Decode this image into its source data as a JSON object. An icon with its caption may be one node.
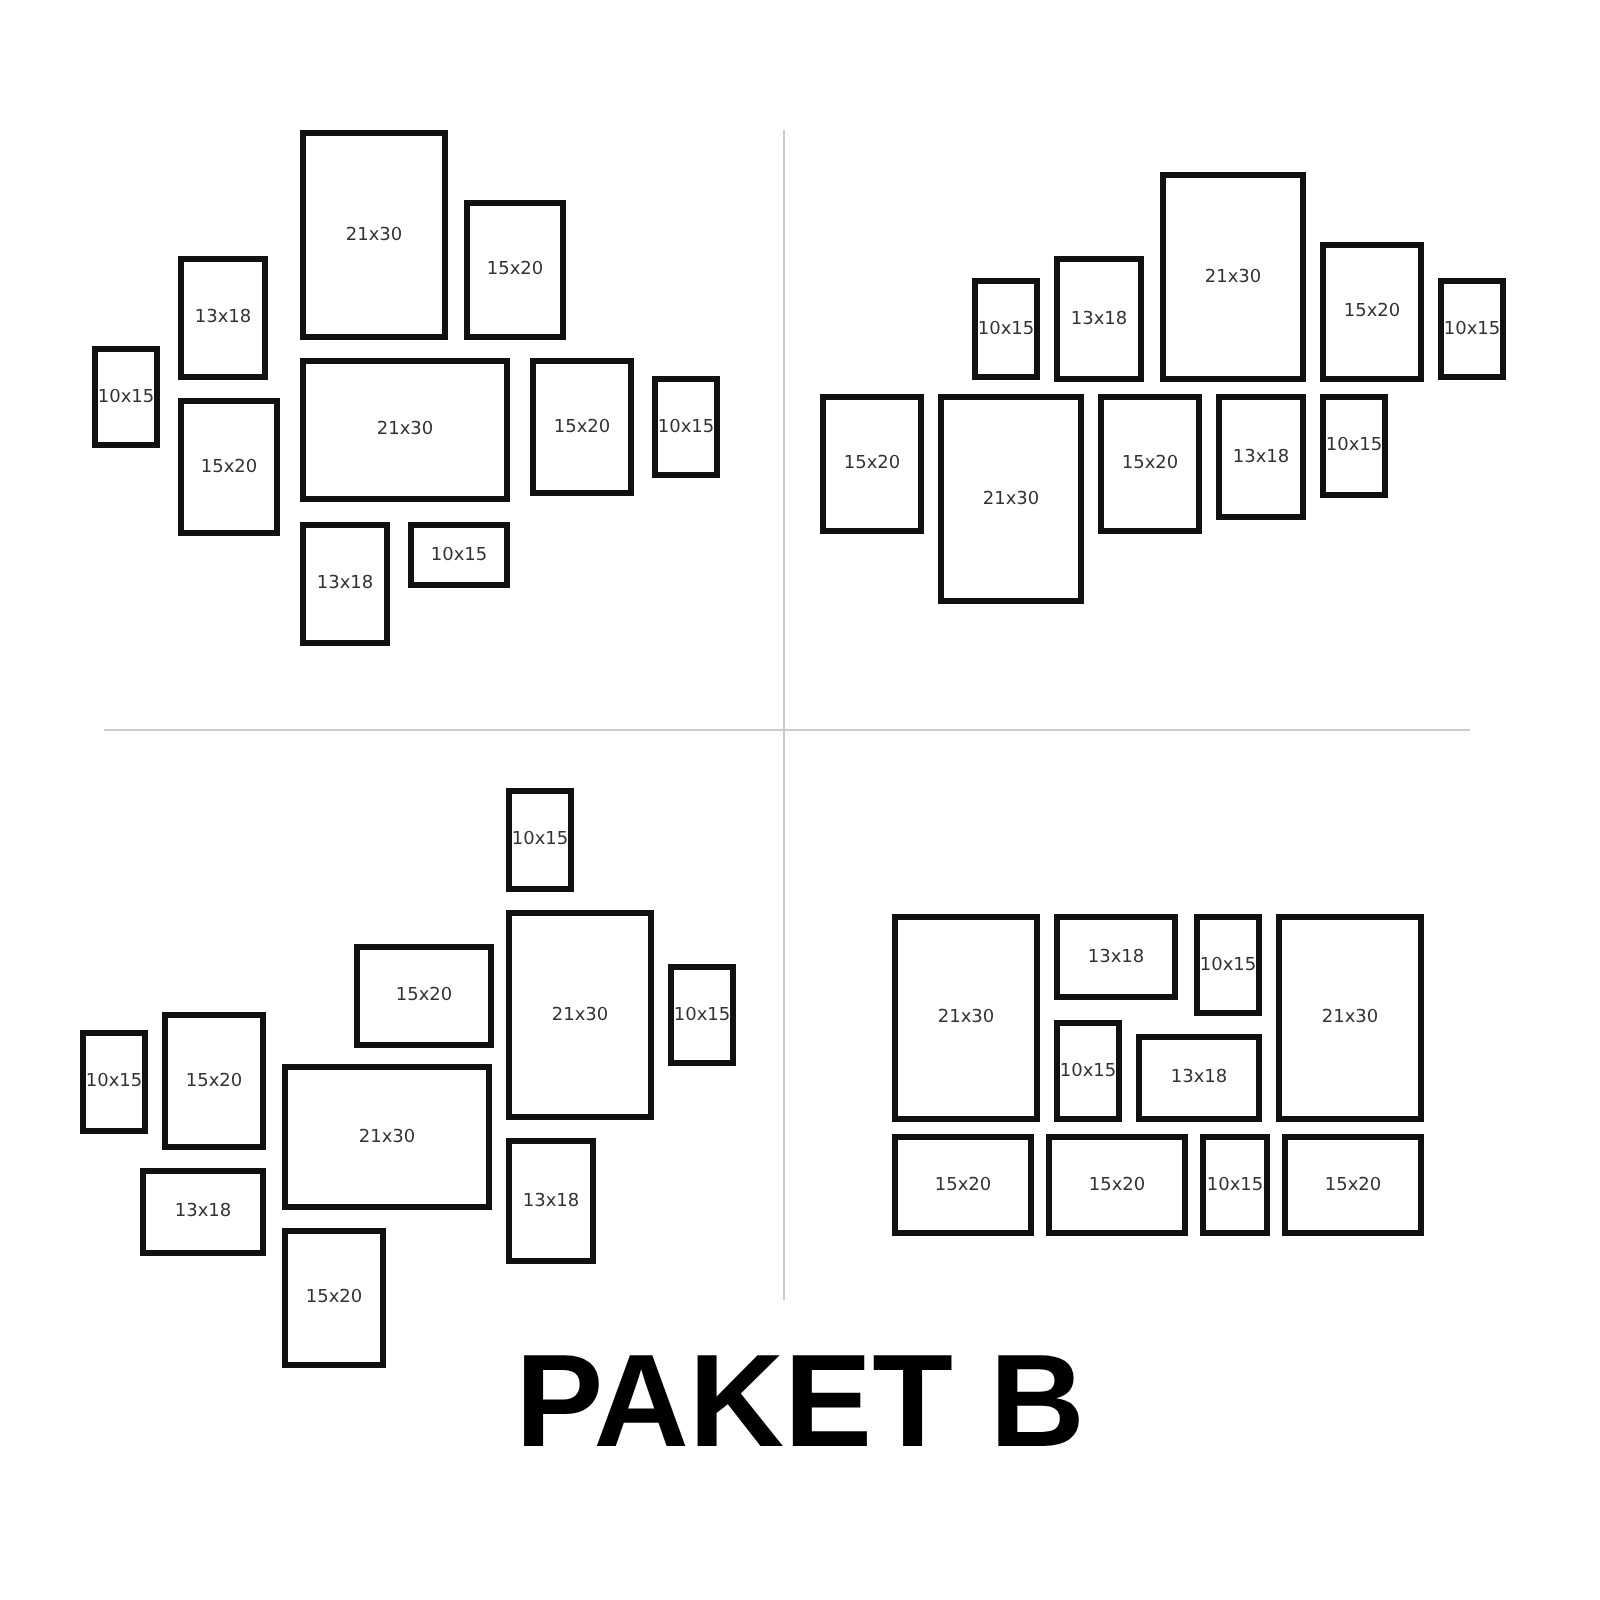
{
  "diagram": {
    "title": "PAKET B",
    "nodes": [
      {
        "text": [
          "21x30"
        ]
      },
      {
        "text": [
          "15x20"
        ]
      },
      {
        "text": [
          "13x18"
        ]
      },
      {
        "text": [
          "10x15"
        ]
      },
      {
        "text": [
          "21x30"
        ]
      },
      {
        "text": [
          "15x20"
        ]
      },
      {
        "text": [
          "10x15"
        ]
      },
      {
        "text": [
          "15x20"
        ]
      },
      {
        "text": [
          "10x15"
        ]
      },
      {
        "text": [
          "13x18"
        ]
      },
      {
        "text": [
          "21x30"
        ]
      },
      {
        "text": [
          "15x20"
        ]
      },
      {
        "text": [
          "13x18"
        ]
      },
      {
        "text": [
          "10x15"
        ]
      },
      {
        "text": [
          "10x15"
        ]
      },
      {
        "text": [
          "15x20"
        ]
      },
      {
        "text": [
          "21x30"
        ]
      },
      {
        "text": [
          "15x20"
        ]
      },
      {
        "text": [
          "13x18"
        ]
      },
      {
        "text": [
          "10x15"
        ]
      },
      {
        "text": [
          "10x15"
        ]
      },
      {
        "text": [
          "21x30"
        ]
      },
      {
        "text": [
          "15x20"
        ]
      },
      {
        "text": [
          "10x15"
        ]
      },
      {
        "text": [
          "15x20"
        ]
      },
      {
        "text": [
          "10x15"
        ]
      },
      {
        "text": [
          "21x30"
        ]
      },
      {
        "text": [
          "13x18"
        ]
      },
      {
        "text": [
          "13x18"
        ]
      },
      {
        "text": [
          "15x20"
        ]
      },
      {
        "text": [
          "21x30"
        ]
      },
      {
        "text": [
          "13x18"
        ]
      },
      {
        "text": [
          "10x15"
        ]
      },
      {
        "text": [
          "21x30"
        ]
      },
      {
        "text": [
          "10x15"
        ]
      },
      {
        "text": [
          "13x18"
        ]
      },
      {
        "text": [
          "15x20"
        ]
      },
      {
        "text": [
          "15x20"
        ]
      },
      {
        "text": [
          "10x15"
        ]
      },
      {
        "text": [
          "15x20"
        ]
      }
    ]
  }
}
